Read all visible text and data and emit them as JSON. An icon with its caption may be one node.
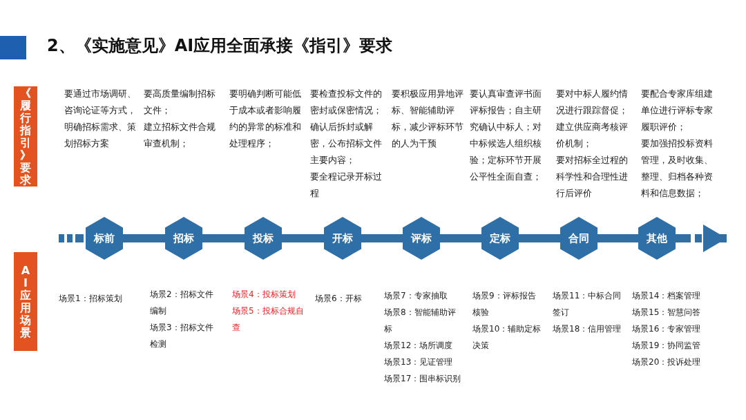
{
  "diagram": {
    "title": "2、《实施意见》AI应用全面承接《指引》要求",
    "nodes": [
      {
        "text": [
          "《履行指引》要求"
        ]
      },
      {
        "text": [
          "AI应用场景"
        ]
      },
      {
        "text": [
          "标前"
        ]
      },
      {
        "text": [
          "招标"
        ]
      },
      {
        "text": [
          "投标"
        ]
      },
      {
        "text": [
          "开标"
        ]
      },
      {
        "text": [
          "评标"
        ]
      },
      {
        "text": [
          "定标"
        ]
      },
      {
        "text": [
          "合同"
        ]
      },
      {
        "text": [
          "其他"
        ]
      }
    ],
    "edges": [
      {
        "from": 2,
        "to": 3,
        "arrow": "none"
      },
      {
        "from": 3,
        "to": 4,
        "arrow": "none"
      },
      {
        "from": 4,
        "to": 5,
        "arrow": "none"
      },
      {
        "from": 5,
        "to": 6,
        "arrow": "none"
      },
      {
        "from": 6,
        "to": 7,
        "arrow": "none"
      },
      {
        "from": 7,
        "to": 8,
        "arrow": "none"
      },
      {
        "from": 8,
        "to": 9,
        "arrow": "none"
      },
      {
        "from": 9,
        "to": null,
        "arrow": "to",
        "style": "dashed"
      }
    ],
    "labels": [
      "要通过市场调研、咨询论证等方式，明确招标需求、策划招标方案",
      "要高质量编制招标文件；",
      "建立招标文件合规审查机制；",
      "要明确判断可能低于成本或者影响履约的异常的标准和处理程序；",
      "要检查投标文件的密封或保密情况；确认后拆封或解密，公布招标文件主要内容；",
      "要全程记录开标过程",
      "要积极应用异地评标、智能辅助评标，减少评标环节的人为干预",
      "要认真审查评书面评标报告；自主研究确认中标人；对中标候选人组织核验；定标环节开展公平性全面自查；",
      "要对中标人履约情况进行跟踪督促；建立供应商考核评价机制；",
      "要对招标全过程的科学性和合理性进行后评价",
      "要配合专家库组建单位进行评标专家履职评价；",
      "要加强招投标资料管理，及时收集、整理、归档各种资料和信息数据；",
      "场景1：招标策划",
      "场景2：招标文件编制",
      "场景3：招标文件检测",
      "场景4：投标策划",
      "场景5：投标合规自查",
      "场景6：开标",
      "场景7：专家抽取",
      "场景8：智能辅助评标",
      "场景12：场所调度",
      "场景13：见证管理",
      "场景17：围串标识别",
      "场景9：评标报告核验",
      "场景10：辅助定标决策",
      "场景11：中标合同签订",
      "场景18：信用管理",
      "场景14：档案管理",
      "场景15：智慧问答",
      "场景16：专家管理",
      "场景19：协同监管",
      "场景20：投诉处理"
    ]
  }
}
